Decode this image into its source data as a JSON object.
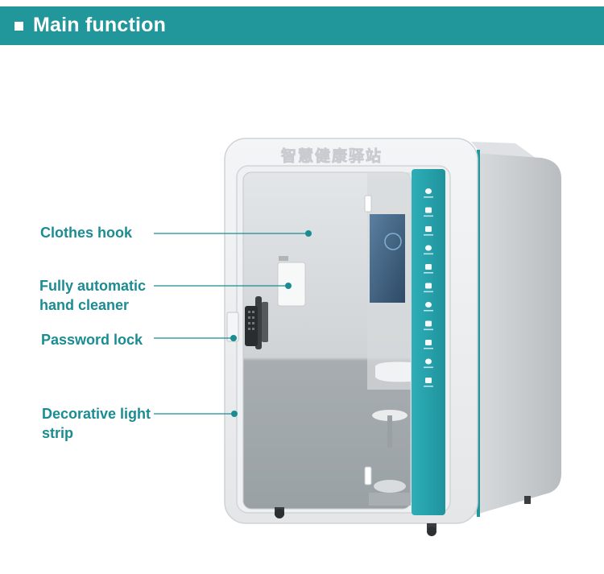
{
  "header": {
    "title": "Main function"
  },
  "callouts": [
    {
      "id": "clothes-hook",
      "lines": [
        "Clothes hook"
      ]
    },
    {
      "id": "hand-cleaner",
      "lines": [
        "Fully automatic",
        "hand cleaner"
      ]
    },
    {
      "id": "password-lock",
      "lines": [
        "Password lock"
      ]
    },
    {
      "id": "light-strip",
      "lines": [
        "Decorative light",
        "strip"
      ]
    }
  ],
  "booth": {
    "sign_text": "智慧健康驿站"
  },
  "colors": {
    "accent": "#21979c",
    "panel": "#2aa6b0",
    "label": "#1b8c92"
  },
  "panel_icons": [
    "heart-icon",
    "medical-kit-icon",
    "people-icon",
    "heart-hand-icon",
    "person-icon",
    "monitor-icon",
    "cloud-icon",
    "screen-icon",
    "microphone-icon",
    "user-icon",
    "gear-icon"
  ]
}
